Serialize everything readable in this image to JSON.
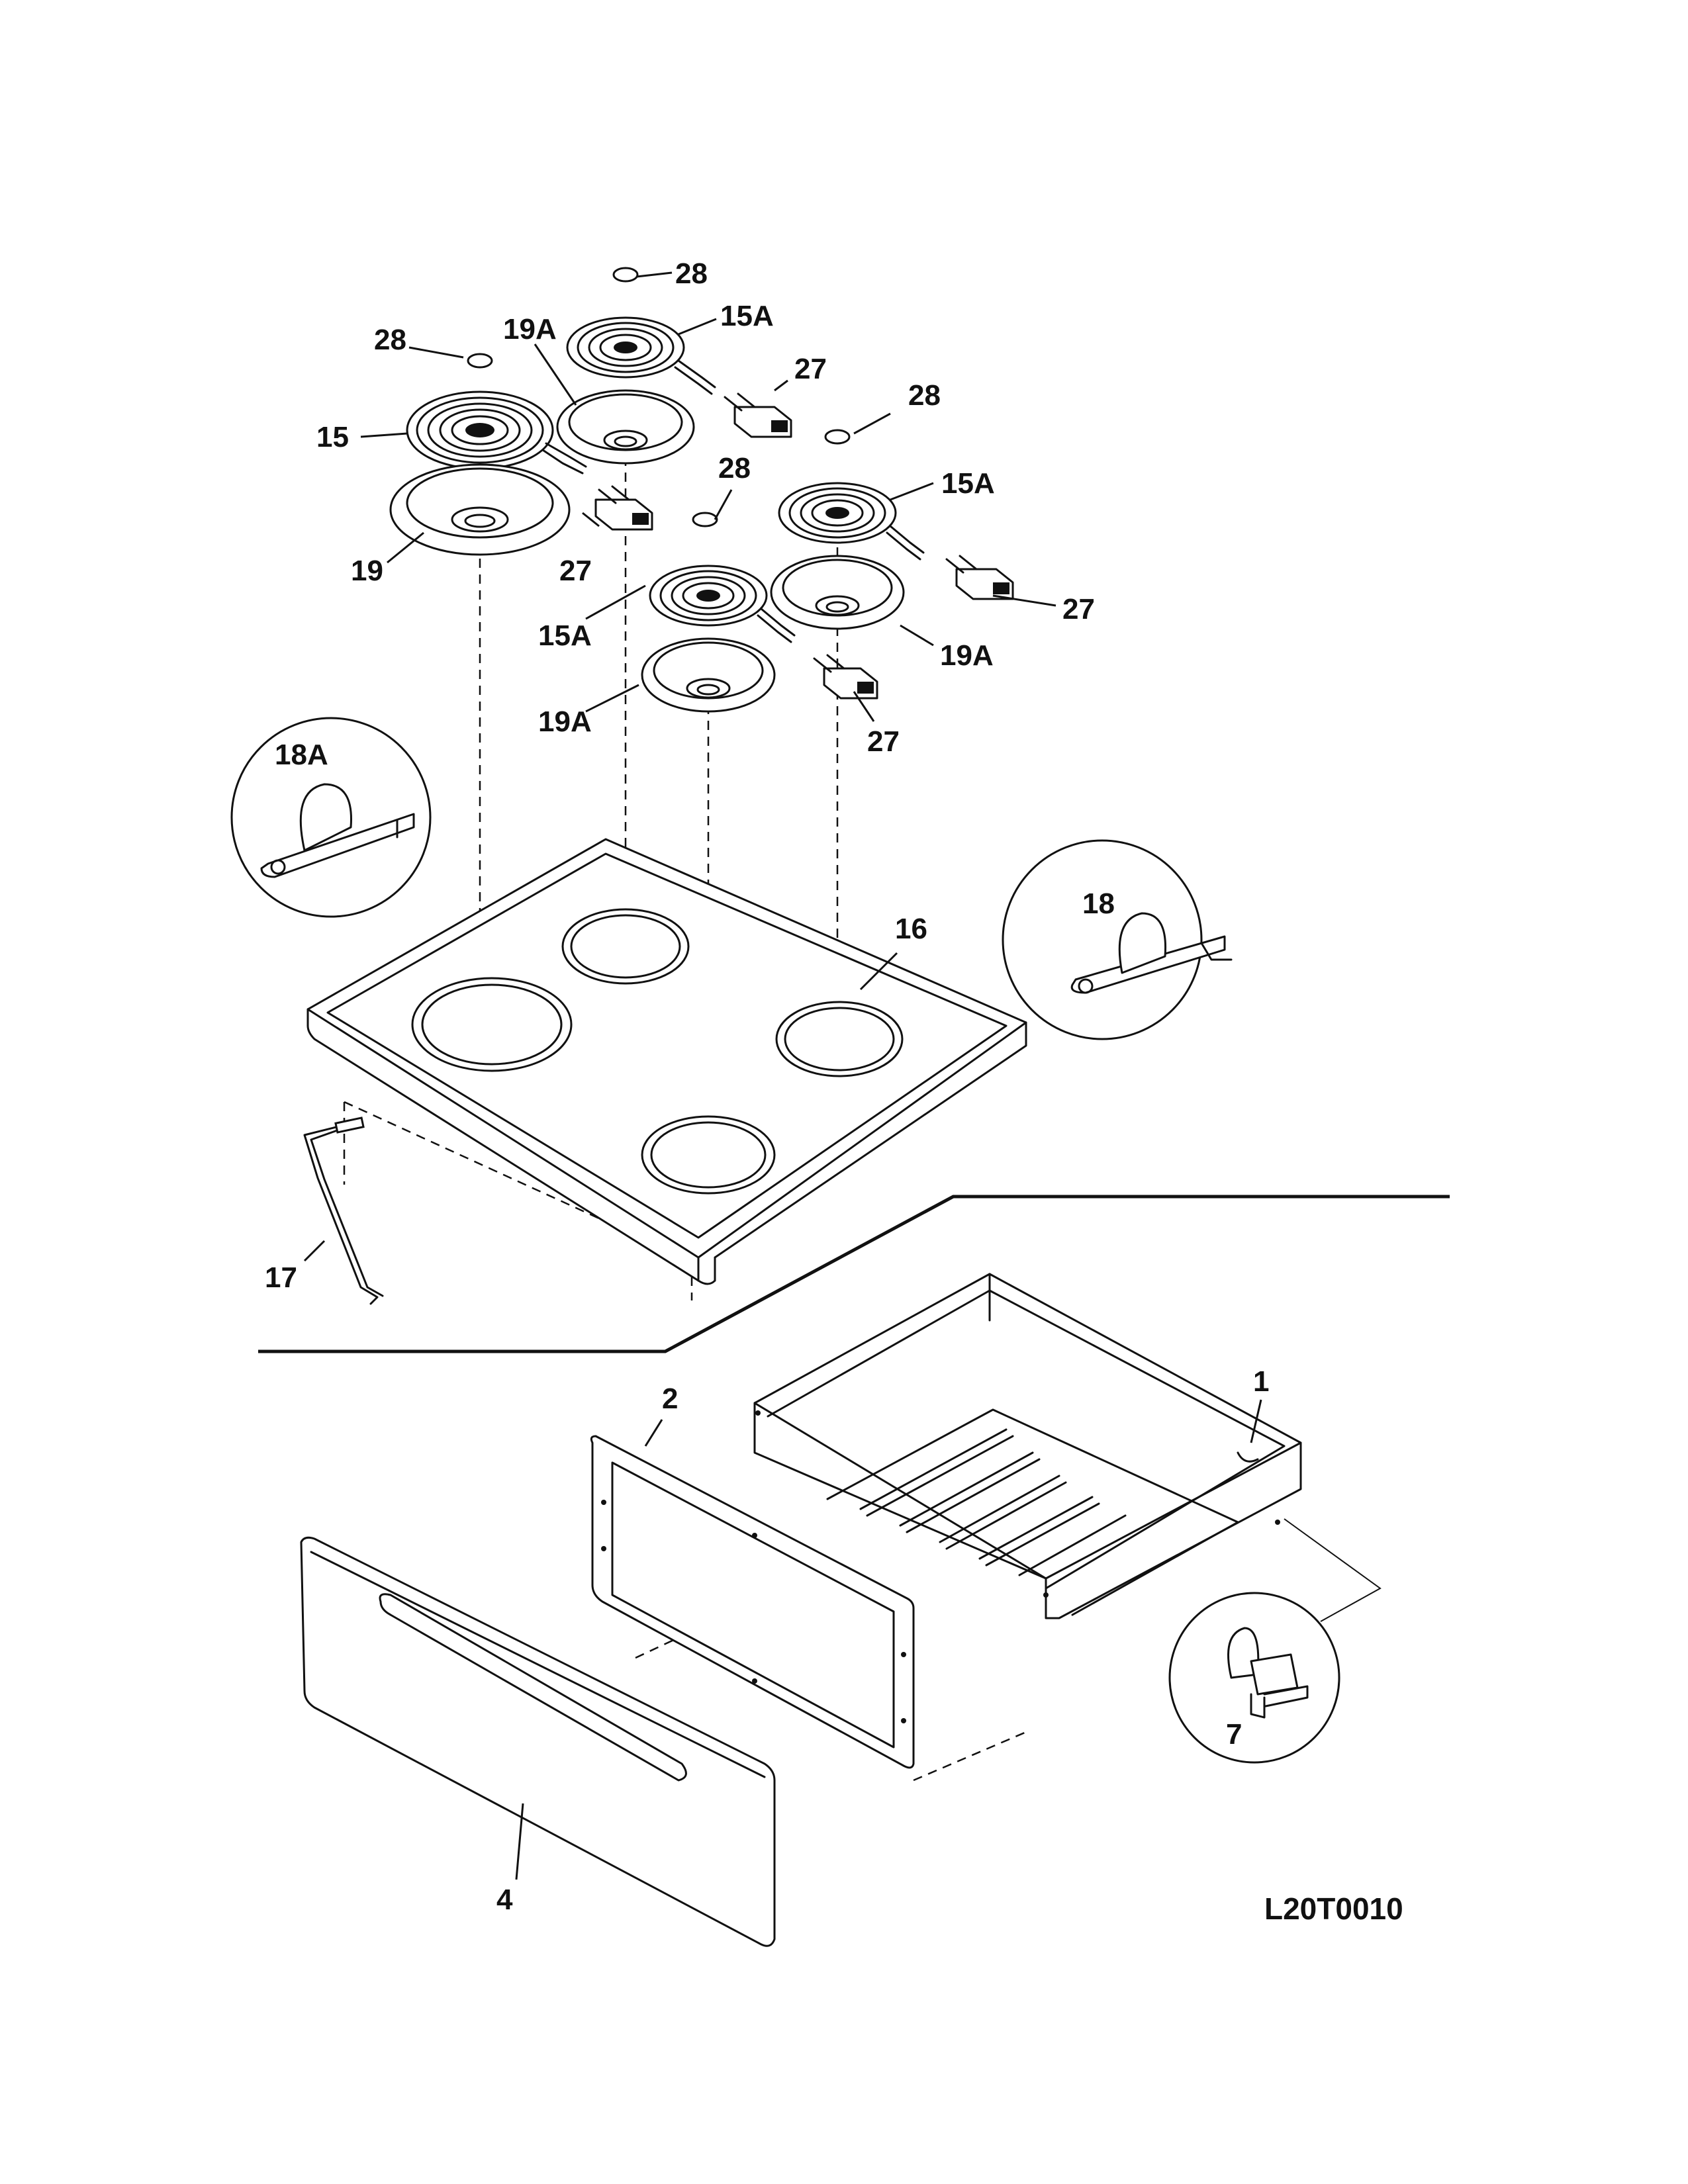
{
  "drawing_number": "L20T0010",
  "labels": {
    "p28_top": "28",
    "p15a_top": "15A",
    "p19a_top": "19A",
    "p28_left": "28",
    "p15": "15",
    "p27_top": "27",
    "p28_right": "28",
    "p15a_right": "15A",
    "p28_mid": "28",
    "p27_left": "27",
    "p19": "19",
    "p27_right": "27",
    "p15a_mid": "15A",
    "p19a_right": "19A",
    "p19a_mid": "19A",
    "p27_bottom": "27",
    "p18a": "18A",
    "p16": "16",
    "p18": "18",
    "p17": "17",
    "p1": "1",
    "p2": "2",
    "p7": "7",
    "p4": "4"
  }
}
